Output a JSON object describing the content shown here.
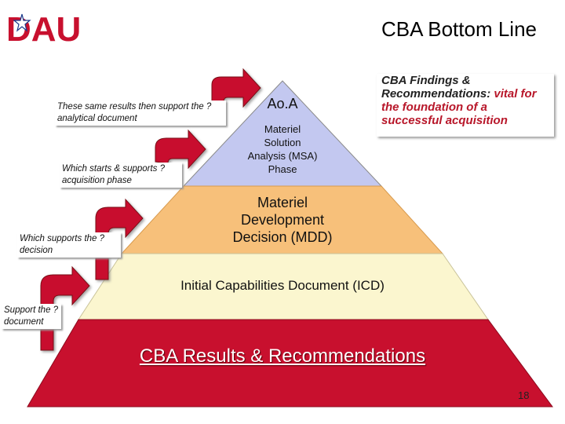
{
  "slide": {
    "title": "CBA Bottom Line",
    "logo_text": "DAU",
    "page_number": "18"
  },
  "notes": {
    "analytical": "These same results then support the ? analytical document",
    "acquisition": "Which starts & supports ? acquisition phase",
    "decision": "Which supports the ? decision",
    "document": "Support the ? document"
  },
  "findings_box": {
    "line1": "CBA Findings &",
    "line2_a": "Recommendations:",
    "line2_b": " vital for",
    "line3": "the foundation of a",
    "line4": "successful acquisition"
  },
  "pyramid": {
    "apex_title": "Ao.A",
    "apex_sub": [
      "Materiel",
      "Solution",
      "Analysis (MSA)",
      "Phase"
    ],
    "tier2": [
      "Materiel",
      "Development",
      "Decision (MDD)"
    ],
    "tier3": "Initial Capabilities Document (ICD)",
    "base": "CBA Results & Recommendations"
  },
  "colors": {
    "brand_red": "#c8102e",
    "dau_blue": "#1a3a8c",
    "apex_fill": "#c3c8f0",
    "tier2_fill": "#f7c07a",
    "tier3_fill": "#fbf6cf",
    "base_fill": "#c8102e",
    "arrow_fill": "#c8102e"
  }
}
